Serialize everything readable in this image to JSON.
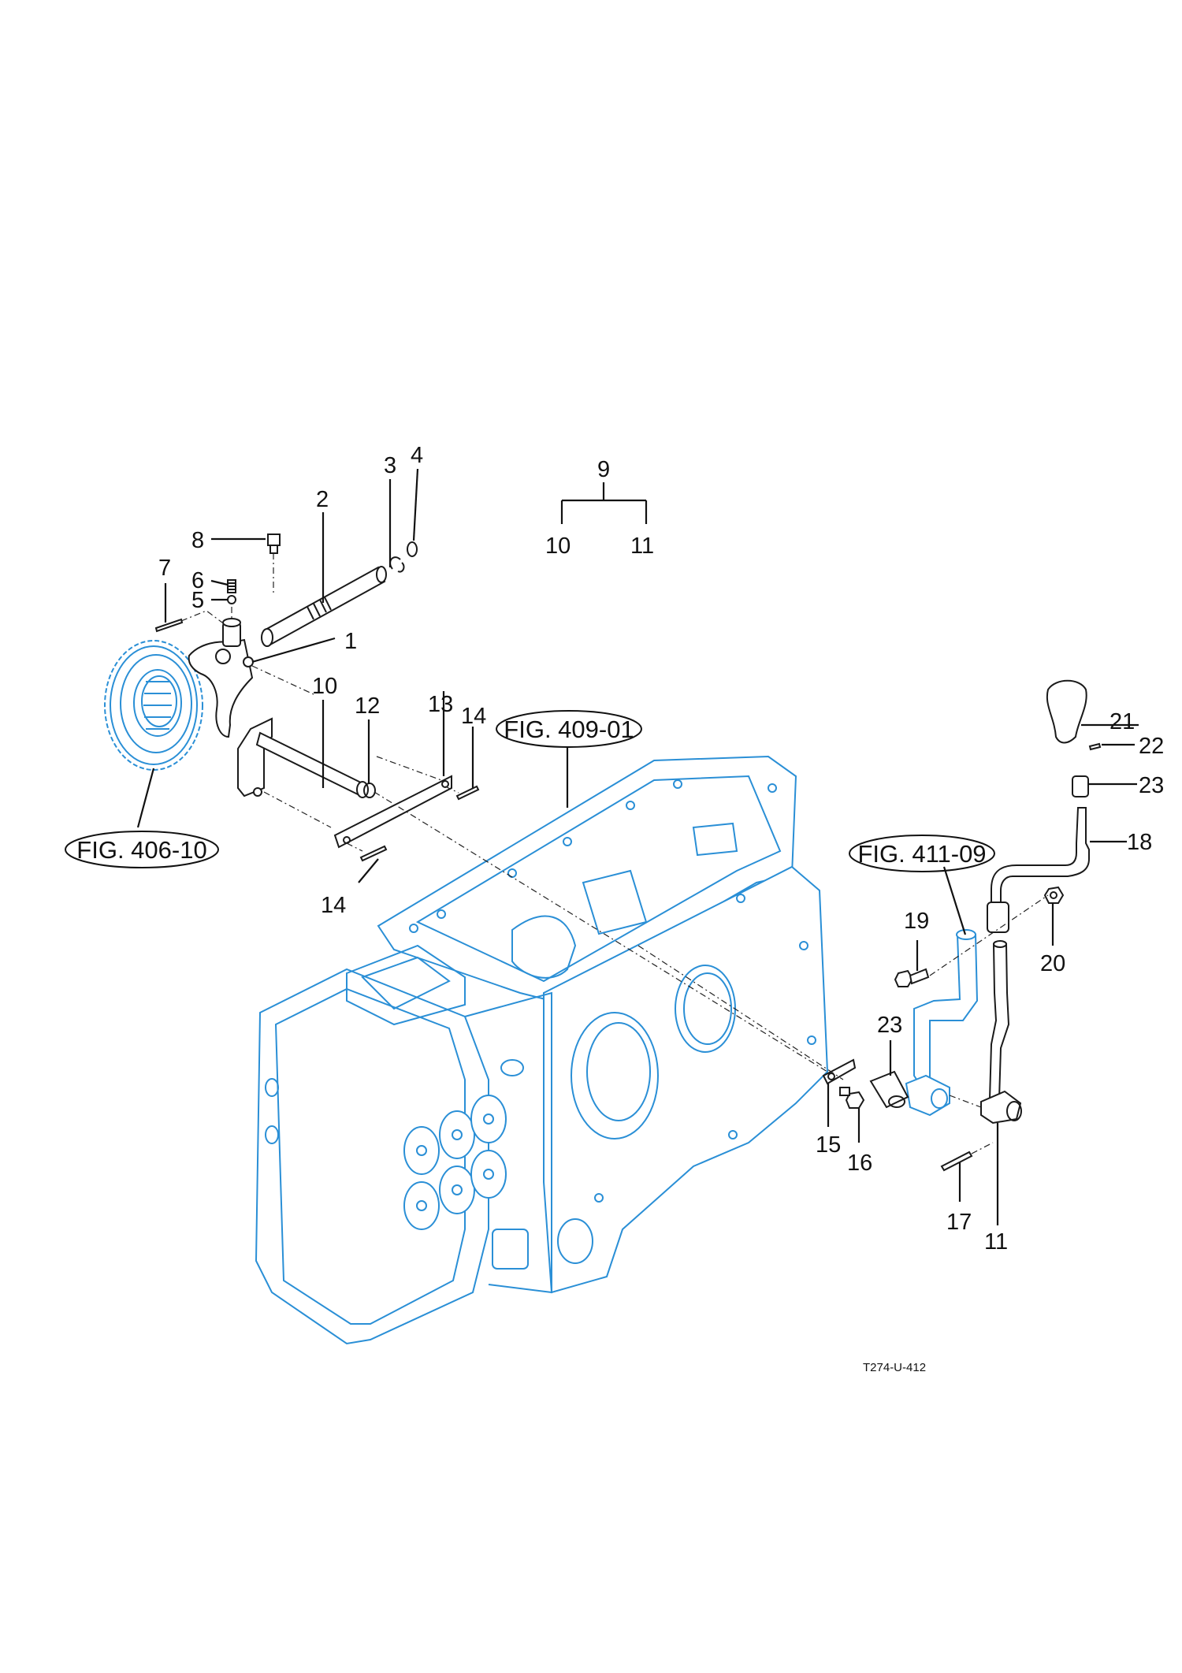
{
  "diagram": {
    "title_code": "T274-U-412",
    "colors": {
      "line": "#1a1a1a",
      "reference_part": "#2a8fd6",
      "background": "#ffffff"
    },
    "group": {
      "parent": "9",
      "children": [
        "10",
        "11"
      ]
    },
    "part_labels": {
      "p1": "1",
      "p2": "2",
      "p3": "3",
      "p4": "4",
      "p5": "5",
      "p6": "6",
      "p7": "7",
      "p8": "8",
      "p9": "9",
      "p10a": "10",
      "p10b": "10",
      "p11a": "11",
      "p11b": "11",
      "p12": "12",
      "p13": "13",
      "p14a": "14",
      "p14b": "14",
      "p15": "15",
      "p16": "16",
      "p17": "17",
      "p18": "18",
      "p19": "19",
      "p20": "20",
      "p21": "21",
      "p22": "22",
      "p23a": "23",
      "p23b": "23"
    },
    "figure_refs": {
      "gear": "FIG. 406-10",
      "case": "FIG. 409-01",
      "lever": "FIG. 411-09"
    }
  }
}
